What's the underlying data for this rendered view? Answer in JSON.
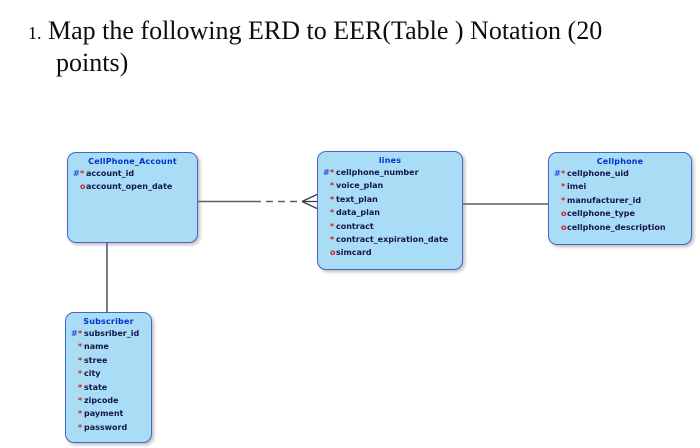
{
  "heading": {
    "number": "1.",
    "line1": "Map the following ERD to EER(Table ) Notation (20",
    "line2": "points)"
  },
  "diagram": {
    "entities": [
      {
        "name": "CellPhone_Account",
        "attributes": [
          {
            "hash": "#",
            "mark": "*",
            "name": "account_id"
          },
          {
            "hash": "",
            "mark": "o",
            "name": "account_open_date"
          }
        ]
      },
      {
        "name": "lines",
        "attributes": [
          {
            "hash": "#",
            "mark": "*",
            "name": "cellphone_number"
          },
          {
            "hash": "",
            "mark": "*",
            "name": "voice_plan"
          },
          {
            "hash": "",
            "mark": "*",
            "name": "text_plan"
          },
          {
            "hash": "",
            "mark": "*",
            "name": "data_plan"
          },
          {
            "hash": "",
            "mark": "*",
            "name": "contract"
          },
          {
            "hash": "",
            "mark": "*",
            "name": "contract_expiration_date"
          },
          {
            "hash": "",
            "mark": "o",
            "name": "simcard"
          }
        ]
      },
      {
        "name": "Cellphone",
        "attributes": [
          {
            "hash": "#",
            "mark": "*",
            "name": "cellphone_uid"
          },
          {
            "hash": "",
            "mark": "*",
            "name": "imei"
          },
          {
            "hash": "",
            "mark": "*",
            "name": "manufacturer_id"
          },
          {
            "hash": "",
            "mark": "o",
            "name": "cellphone_type"
          },
          {
            "hash": "",
            "mark": "o",
            "name": "cellphone_description"
          }
        ]
      },
      {
        "name": "Subscriber",
        "attributes": [
          {
            "hash": "#",
            "mark": "*",
            "name": "subsriber_id"
          },
          {
            "hash": "",
            "mark": "*",
            "name": "name"
          },
          {
            "hash": "",
            "mark": "*",
            "name": "stree"
          },
          {
            "hash": "",
            "mark": "*",
            "name": "city"
          },
          {
            "hash": "",
            "mark": "*",
            "name": "state"
          },
          {
            "hash": "",
            "mark": "*",
            "name": "zipcode"
          },
          {
            "hash": "",
            "mark": "*",
            "name": "payment"
          },
          {
            "hash": "",
            "mark": "*",
            "name": "password"
          }
        ]
      }
    ]
  },
  "colors": {
    "entity_fill": "#a9ddf5",
    "entity_border": "#4a63c8",
    "entity_title_text": "#0031cc",
    "attribute_text": "#14144a",
    "key_hash_symbol": "#2b50e0",
    "required_optional_symbol": "#d41f1f",
    "connector_line": "#5a5f63",
    "heading_text": "#0d0d0d",
    "background": "#ffffff"
  }
}
